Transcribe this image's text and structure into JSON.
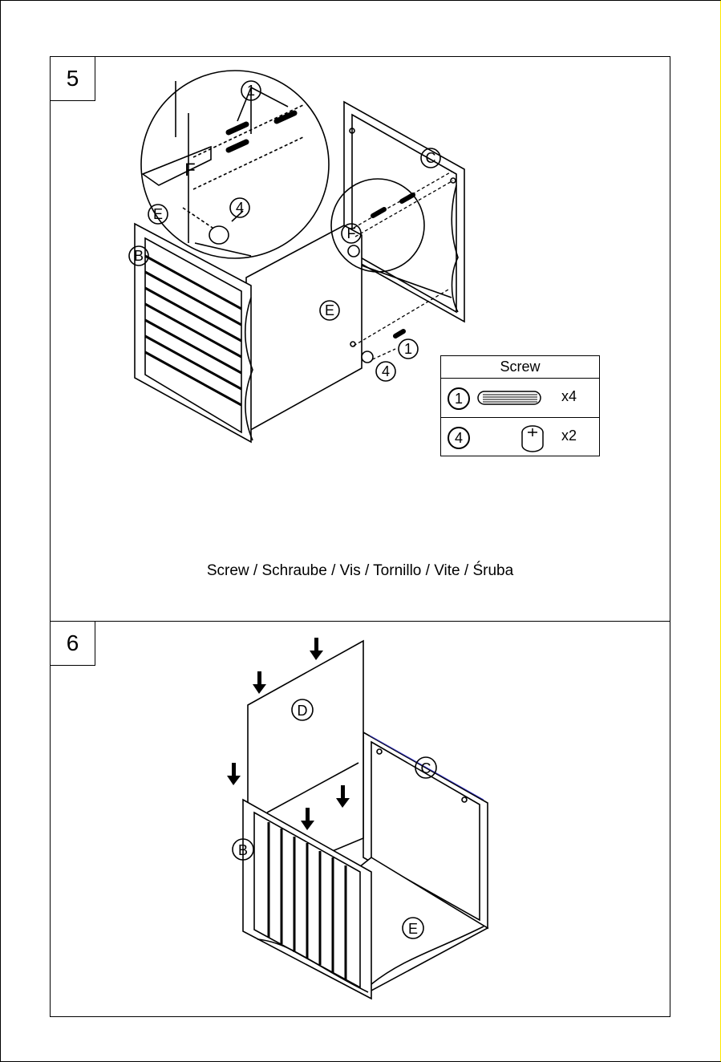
{
  "step5": {
    "number": "5",
    "labels": {
      "callout_1": "1",
      "callout_4": "4",
      "part_f_detail": "F",
      "part_e_left": "E",
      "part_b": "B",
      "part_c": "C",
      "part_f": "F",
      "part_e_center": "E",
      "screw_1": "1",
      "cam_4": "4"
    },
    "caption": "Screw / Schraube / Vis / Tornillo / Vite / Śruba",
    "screw_table": {
      "header": "Screw",
      "rows": [
        {
          "num": "1",
          "qty": "x4",
          "icon": "dowel-icon"
        },
        {
          "num": "4",
          "qty": "x2",
          "icon": "cam-lock-icon"
        }
      ]
    }
  },
  "step6": {
    "number": "6",
    "labels": {
      "part_d": "D",
      "part_c": "C",
      "part_b": "B",
      "part_e": "E"
    }
  }
}
